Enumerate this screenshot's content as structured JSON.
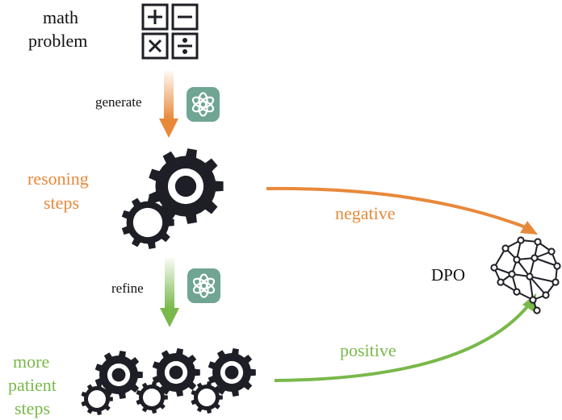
{
  "colors": {
    "ink": "#1e1f26",
    "orange": "#e8893a",
    "green": "#79b84a",
    "gpt_tile": "#6fa592",
    "white": "#ffffff"
  },
  "labels": {
    "math_line1": "math",
    "math_line2": "problem",
    "generate": "generate",
    "reasoning_line1": "resoning",
    "reasoning_line2": "steps",
    "refine": "refine",
    "patient_line1": "more",
    "patient_line2": "patient",
    "patient_line3": "steps",
    "negative": "negative",
    "positive": "positive",
    "dpo": "DPO"
  },
  "icons": {
    "operators": [
      "plus-icon",
      "minus-icon",
      "times-icon",
      "divide-icon"
    ],
    "model": "openai-logo-icon",
    "reasoning": "gears-icon",
    "target": "brain-network-icon"
  }
}
